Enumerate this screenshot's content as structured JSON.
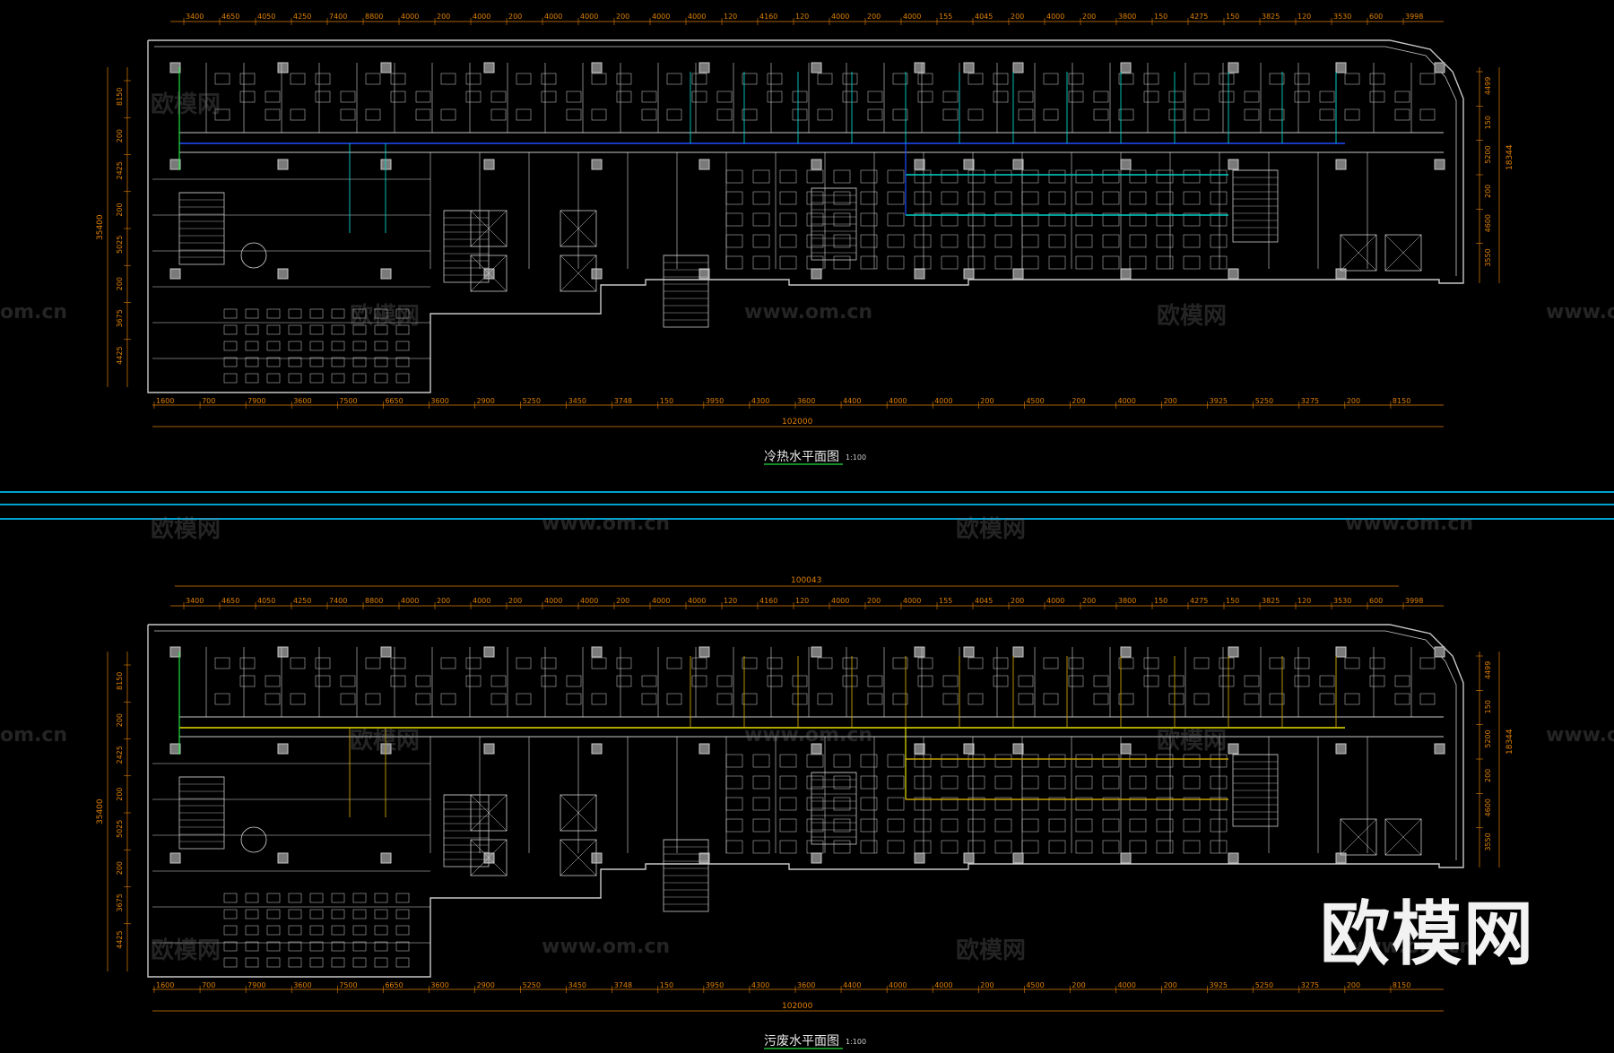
{
  "plans": [
    {
      "title": "冷热水平面图",
      "scale": "1:100",
      "top_dims": [
        "3400",
        "4650",
        "4050",
        "4250",
        "7400",
        "8800",
        "4000",
        "200",
        "4000",
        "200",
        "4000",
        "4000",
        "200",
        "4000",
        "4000",
        "120",
        "4160",
        "120",
        "4000",
        "200",
        "4000",
        "155",
        "4045",
        "200",
        "4000",
        "200",
        "3800",
        "150",
        "4275",
        "150",
        "3825",
        "120",
        "3530",
        "600",
        "3998"
      ],
      "bottom_dims": [
        "1600",
        "700",
        "7900",
        "3600",
        "7500",
        "6650",
        "3600",
        "2900",
        "5250",
        "3450",
        "3748",
        "150",
        "3950",
        "4300",
        "3600",
        "4400",
        "4000",
        "4000",
        "200",
        "4500",
        "200",
        "4000",
        "200",
        "3925",
        "5250",
        "3275",
        "200",
        "8150"
      ],
      "left_dims": [
        "8150",
        "200",
        "2425",
        "200",
        "5025",
        "200",
        "3675",
        "4425"
      ],
      "left_total": "35400",
      "right_dims": [
        "4499",
        "150",
        "5200",
        "200",
        "4600",
        "3550"
      ],
      "right_total": "18344",
      "total": "102000",
      "pipe_color": "#1f4dff",
      "pipe_color_2": "#00d2c8"
    },
    {
      "title": "污废水平面图",
      "scale": "1:100",
      "overall_dim": "100043",
      "top_dims": [
        "3400",
        "4650",
        "4050",
        "4250",
        "7400",
        "8800",
        "4000",
        "200",
        "4000",
        "200",
        "4000",
        "4000",
        "200",
        "4000",
        "4000",
        "120",
        "4160",
        "120",
        "4000",
        "200",
        "4000",
        "155",
        "4045",
        "200",
        "4000",
        "200",
        "3800",
        "150",
        "4275",
        "150",
        "3825",
        "120",
        "3530",
        "600",
        "3998"
      ],
      "bottom_dims": [
        "1600",
        "700",
        "7900",
        "3600",
        "7500",
        "6650",
        "3600",
        "2900",
        "5250",
        "3450",
        "3748",
        "150",
        "3950",
        "4300",
        "3600",
        "4400",
        "4000",
        "4000",
        "200",
        "4500",
        "200",
        "4000",
        "200",
        "3925",
        "5250",
        "3275",
        "200",
        "8150"
      ],
      "left_dims": [
        "8150",
        "200",
        "2425",
        "200",
        "5025",
        "200",
        "3675",
        "4425"
      ],
      "left_total": "35400",
      "right_dims": [
        "4499",
        "150",
        "5200",
        "200",
        "4600",
        "3550"
      ],
      "right_total": "18344",
      "total": "102000",
      "pipe_color": "#e8e000",
      "pipe_color_2": "#c8a000"
    }
  ],
  "watermarks": {
    "cn": "欧模网",
    "url": "www.om.cn",
    "url_partial": "om.cn"
  },
  "brand_logo": "欧模网",
  "colors": {
    "background": "#000000",
    "wall": "#c8c8c8",
    "furniture": "#d8d8d8",
    "dimension": "#e08000",
    "divider": "#00a0d0",
    "green": "#20e040"
  }
}
